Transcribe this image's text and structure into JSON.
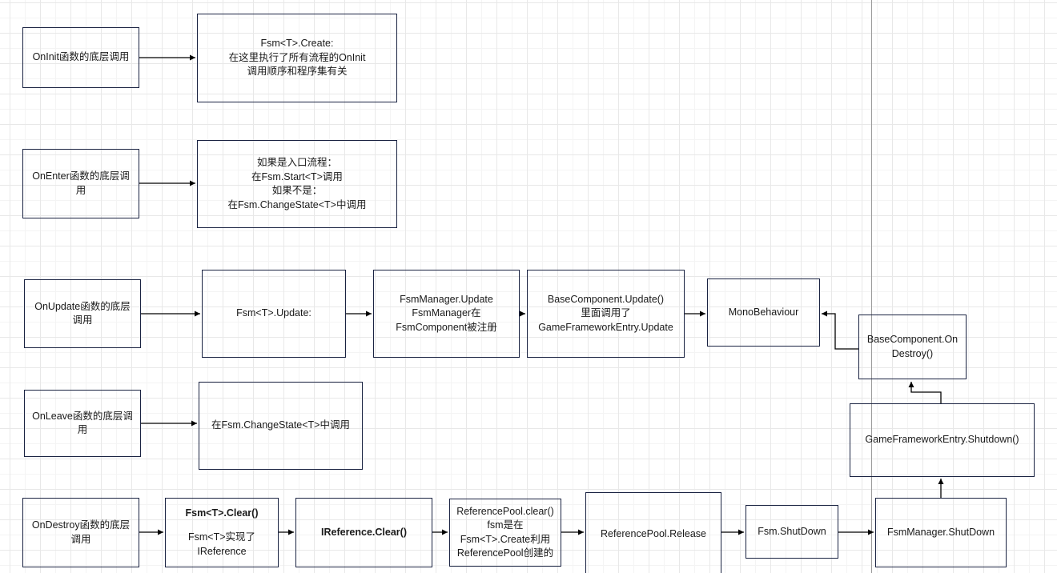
{
  "diagram": {
    "colors": {
      "node_border": "#1a2342",
      "edge": "#000000",
      "text": "#1a1a1a",
      "background": "#ffffff",
      "grid_minor": "#f4f4f4",
      "grid_major": "#e8e8e8",
      "page_boundary_line": "#9b9b9b"
    },
    "nodes": {
      "onInit": {
        "label": "OnInit函数的底层调用"
      },
      "fsmCreate": {
        "label": "Fsm<T>.Create:\n在这里执行了所有流程的OnInit\n调用顺序和程序集有关"
      },
      "onEnter": {
        "label": "OnEnter函数的底层调\n用"
      },
      "fsmStart": {
        "label": "如果是入口流程：\n在Fsm.Start<T>调用\n如果不是：\n在Fsm.ChangeState<T>中调用"
      },
      "onUpdate": {
        "label": "OnUpdate函数的底层\n调用"
      },
      "fsmUpdate": {
        "label": "Fsm<T>.Update:"
      },
      "fsmManagerUpdate": {
        "label": "FsmManager.Update\nFsmManager在\nFsmComponent被注册"
      },
      "baseComponentUpdate": {
        "label": "BaseComponent.Update()\n里面调用了\nGameFrameworkEntry.Update"
      },
      "monoBehaviour": {
        "label": "MonoBehaviour"
      },
      "baseComponentOnDestroy": {
        "label": "BaseComponent.On\nDestroy()"
      },
      "onLeave": {
        "label": "OnLeave函数的底层调\n用"
      },
      "fsmChangeState": {
        "label": "在Fsm.ChangeState<T>中调用"
      },
      "onDestroy": {
        "label": "OnDestroy函数的底层\n调用"
      },
      "fsmClear": {
        "title": "Fsm<T>.Clear()",
        "body": "Fsm<T>实现了\nIReference"
      },
      "iReferenceClear": {
        "label": "IReference.Clear()"
      },
      "referencePoolClear": {
        "label": "ReferencePool.clear()\nfsm是在\nFsm<T>.Create利用\nReferencePool创建的"
      },
      "referencePoolRelease": {
        "label": "ReferencePool.Release"
      },
      "fsmShutDown": {
        "label": "Fsm.ShutDown"
      },
      "fsmManagerShutDown": {
        "label": "FsmManager.ShutDown"
      },
      "gameFrameworkShutdown": {
        "label": "GameFrameworkEntry.Shutdown()"
      }
    },
    "edges": [
      {
        "from": "onInit",
        "to": "fsmCreate"
      },
      {
        "from": "onEnter",
        "to": "fsmStart"
      },
      {
        "from": "onUpdate",
        "to": "fsmUpdate"
      },
      {
        "from": "fsmUpdate",
        "to": "fsmManagerUpdate"
      },
      {
        "from": "fsmManagerUpdate",
        "to": "baseComponentUpdate"
      },
      {
        "from": "baseComponentUpdate",
        "to": "monoBehaviour"
      },
      {
        "from": "baseComponentOnDestroy",
        "to": "monoBehaviour"
      },
      {
        "from": "onLeave",
        "to": "fsmChangeState"
      },
      {
        "from": "onDestroy",
        "to": "fsmClear"
      },
      {
        "from": "fsmClear",
        "to": "iReferenceClear"
      },
      {
        "from": "iReferenceClear",
        "to": "referencePoolClear"
      },
      {
        "from": "referencePoolClear",
        "to": "referencePoolRelease"
      },
      {
        "from": "referencePoolRelease",
        "to": "fsmShutDown"
      },
      {
        "from": "fsmShutDown",
        "to": "fsmManagerShutDown"
      },
      {
        "from": "fsmManagerShutDown",
        "to": "gameFrameworkShutdown"
      },
      {
        "from": "gameFrameworkShutdown",
        "to": "baseComponentOnDestroy"
      }
    ]
  }
}
